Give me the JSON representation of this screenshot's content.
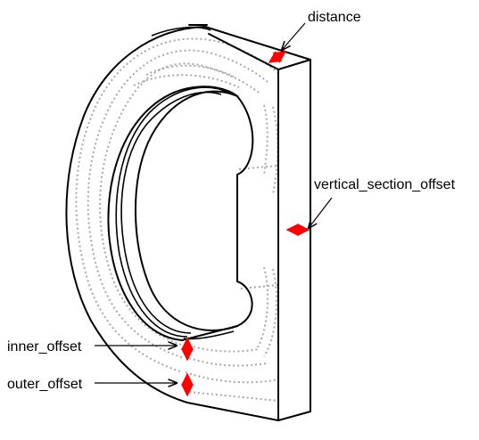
{
  "labels": {
    "distance": "distance",
    "vertical_section_offset": "vertical_section_offset",
    "inner_offset": "inner_offset",
    "outer_offset": "outer_offset"
  },
  "colors": {
    "dimension_arrow": "#ff0000",
    "outline": "#000000",
    "hidden_lines": "#a8a8a8"
  }
}
